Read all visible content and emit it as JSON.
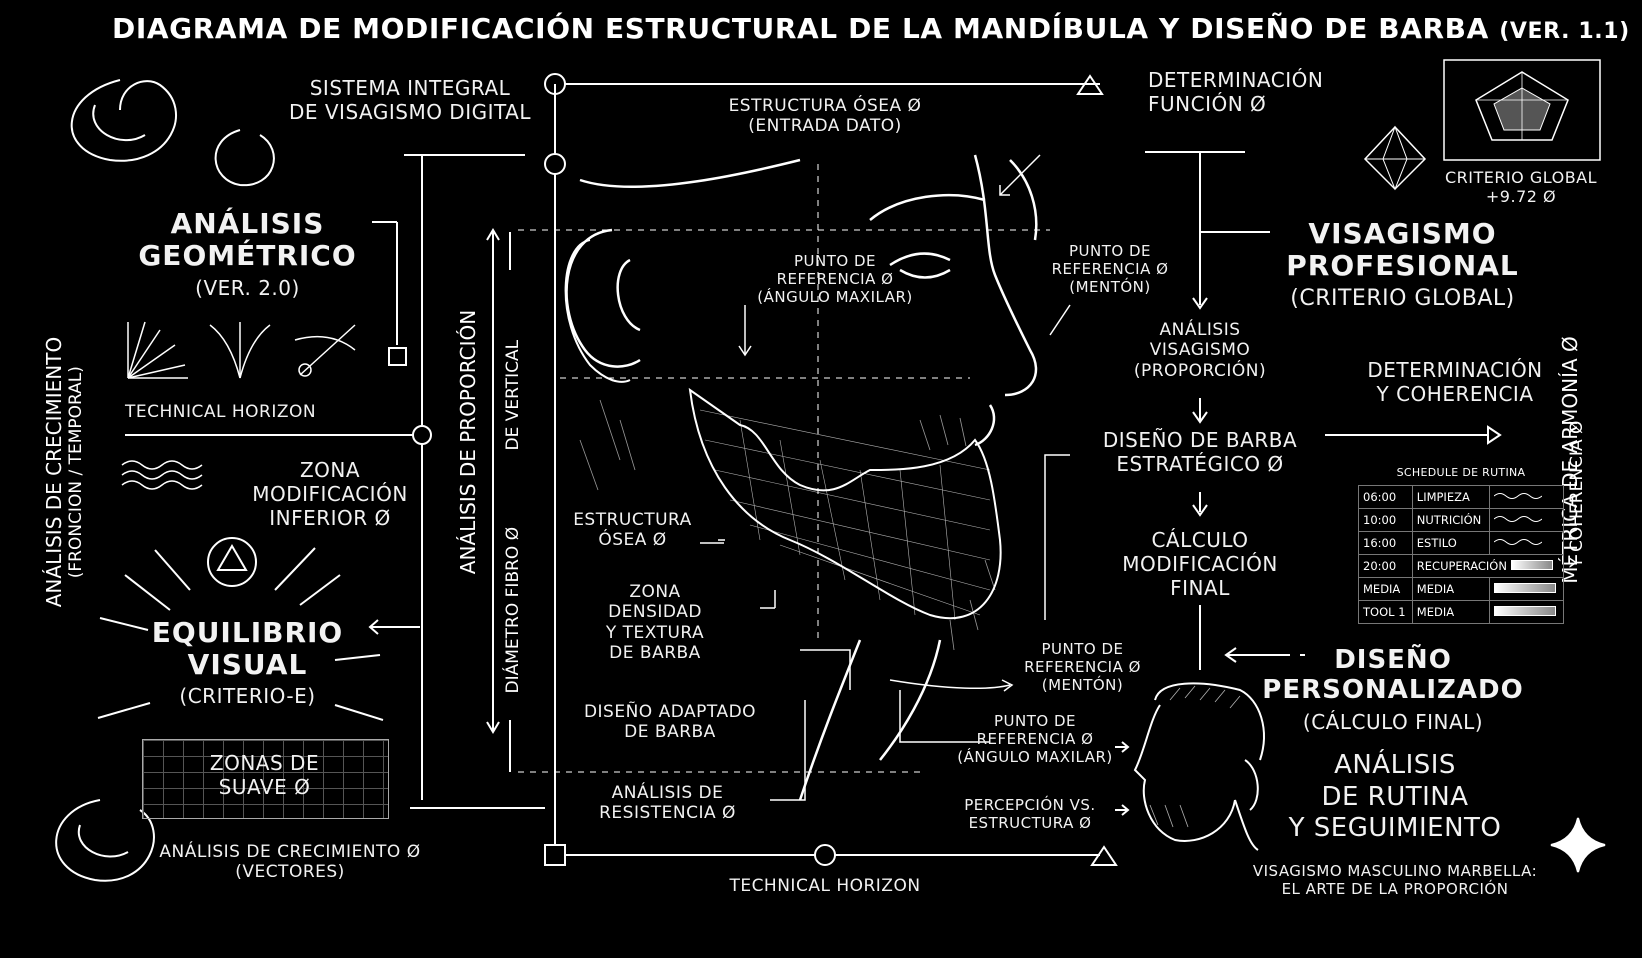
{
  "title": {
    "main": "DIAGRAMA DE MODIFICACIÓN ESTRUCTURAL DE LA MANDÍBULA Y DISEÑO DE BARBA",
    "version": "(VER. 1.1)"
  },
  "left": {
    "sistema_integral": "SISTEMA INTEGRAL\nDE VISAGISMO DIGITAL",
    "analisis_geometrico": {
      "title": "ANÁLISIS\nGEOMÉTRICO",
      "sub": "(VER. 2.0)"
    },
    "technical_horizon": "TECHNICAL HORIZON",
    "zona_modificacion": "ZONA\nMODIFICACIÓN\nINFERIOR Ø",
    "equilibrio_visual": {
      "title": "EQUILIBRIO\nVISUAL",
      "sub": "(CRITERIO-E)"
    },
    "zonas_suave": "ZONAS DE\nSUAVE Ø",
    "analisis_crecimiento_vectores": "ANÁLISIS DE CRECIMIENTO Ø\n(VECTORES)",
    "vertical_crecimiento": "ANÁLISIS DE CRECIMIENTO",
    "vertical_crecimiento_sub": "(FRONCION / TEMPORAL)",
    "vertical_proporcion": "ANÁLISIS DE PROPORCIÓN",
    "vertical_vertical": "DE VERTICAL",
    "vertical_diametro": "DIÁMETRO FIBRO Ø"
  },
  "center": {
    "estructura_osea_top": "ESTRUCTURA ÓSEA Ø\n(ENTRADA DATO)",
    "punto_angulo": "PUNTO DE\nREFERENCIA Ø\n(ÁNGULO MAXILAR)",
    "punto_menton_top": "PUNTO DE\nREFERENCIA Ø\n(MENTÓN)",
    "estructura_osea": "ESTRUCTURA\nÓSEA Ø",
    "zona_densidad": "ZONA\nDENSIDAD\nY TEXTURA\nDE BARBA",
    "diseno_adaptado": "DISEÑO ADAPTADO\nDE BARBA",
    "analisis_resistencia": "ANÁLISIS DE\nRESISTENCIA Ø",
    "technical_horizon_bottom": "TECHNICAL HORIZON",
    "punto_menton_bottom": "PUNTO DE\nREFERENCIA Ø\n(MENTÓN)",
    "punto_angulo_bottom": "PUNTO DE\nREFERENCIA Ø\n(ÁNGULO MAXILAR)",
    "percepcion": "PERCEPCIÓN VS.\nESTRUCTURA Ø"
  },
  "right": {
    "determinacion_funcion": "DETERMINACIÓN\nFUNCIÓN Ø",
    "criterio_global": "CRITERIO GLOBAL\n+9.72 Ø",
    "visagismo_profesional": {
      "title": "VISAGISMO\nPROFESIONAL",
      "sub": "(CRITERIO GLOBAL)"
    },
    "analisis_visagismo": "ANÁLISIS\nVISAGISMO\n(PROPORCIÓN)",
    "determinacion_coherencia": "DETERMINACIÓN\nY COHERENCIA",
    "diseno_barba": "DISEÑO DE BARBA\nESTRATÉGICO Ø",
    "calculo": "CÁLCULO\nMODIFICACIÓN\nFINAL",
    "diseno_personalizado": {
      "title": "DISEÑO\nPERSONALIZADO",
      "sub": "(CÁLCULO FINAL)"
    },
    "analisis_rutina": "ANÁLISIS\nDE RUTINA\nY SEGUIMIENTO",
    "footer": "VISAGISMO MASCULINO MARBELLA:\nEL ARTE DE LA PROPORCIÓN",
    "vertical_metrica": "MÉTRICA DE ARMONÍA Ø",
    "vertical_coherencia": "Y COHERENCIA Ø"
  },
  "schedule": {
    "caption": "SCHEDULE DE RUTINA",
    "rows": [
      {
        "time": "06:00",
        "task": "LIMPIEZA"
      },
      {
        "time": "10:00",
        "task": "NUTRICIÓN"
      },
      {
        "time": "16:00",
        "task": "ESTILO"
      },
      {
        "time": "20:00",
        "task": "RECUPERACIÓN"
      }
    ],
    "extra": [
      {
        "a": "MEDIA",
        "b": "MEDIA"
      },
      {
        "a": "TOOL 1",
        "b": "MEDIA"
      }
    ]
  },
  "colors": {
    "background": "#000000",
    "line": "#ffffff"
  }
}
